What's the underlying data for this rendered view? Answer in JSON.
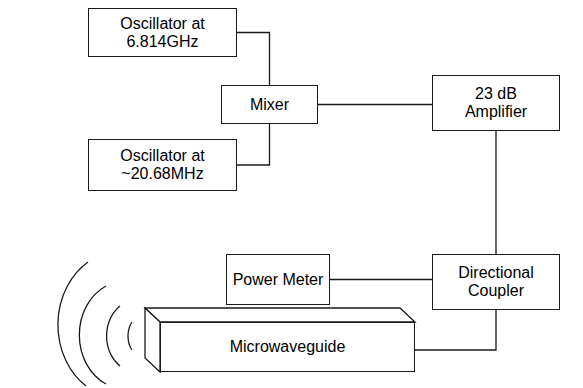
{
  "diagram": {
    "nodes": [
      {
        "text": [
          "Oscillator at 6.814GHz"
        ]
      },
      {
        "text": [
          "Mixer"
        ]
      },
      {
        "text": [
          "23 dB Amplifier"
        ]
      },
      {
        "text": [
          "Oscillator at ~20.68MHz"
        ]
      },
      {
        "text": [
          "Power Meter"
        ]
      },
      {
        "text": [
          "Directional Coupler"
        ]
      },
      {
        "text": [
          "Microwaveguide"
        ]
      }
    ],
    "edges": [
      {
        "from": 0,
        "to": 1,
        "arrow": "none"
      },
      {
        "from": 3,
        "to": 1,
        "arrow": "none"
      },
      {
        "from": 1,
        "to": 2,
        "arrow": "none"
      },
      {
        "from": 2,
        "to": 5,
        "arrow": "none"
      },
      {
        "from": 4,
        "to": 5,
        "arrow": "none"
      },
      {
        "from": 5,
        "to": 6,
        "arrow": "none"
      }
    ]
  }
}
